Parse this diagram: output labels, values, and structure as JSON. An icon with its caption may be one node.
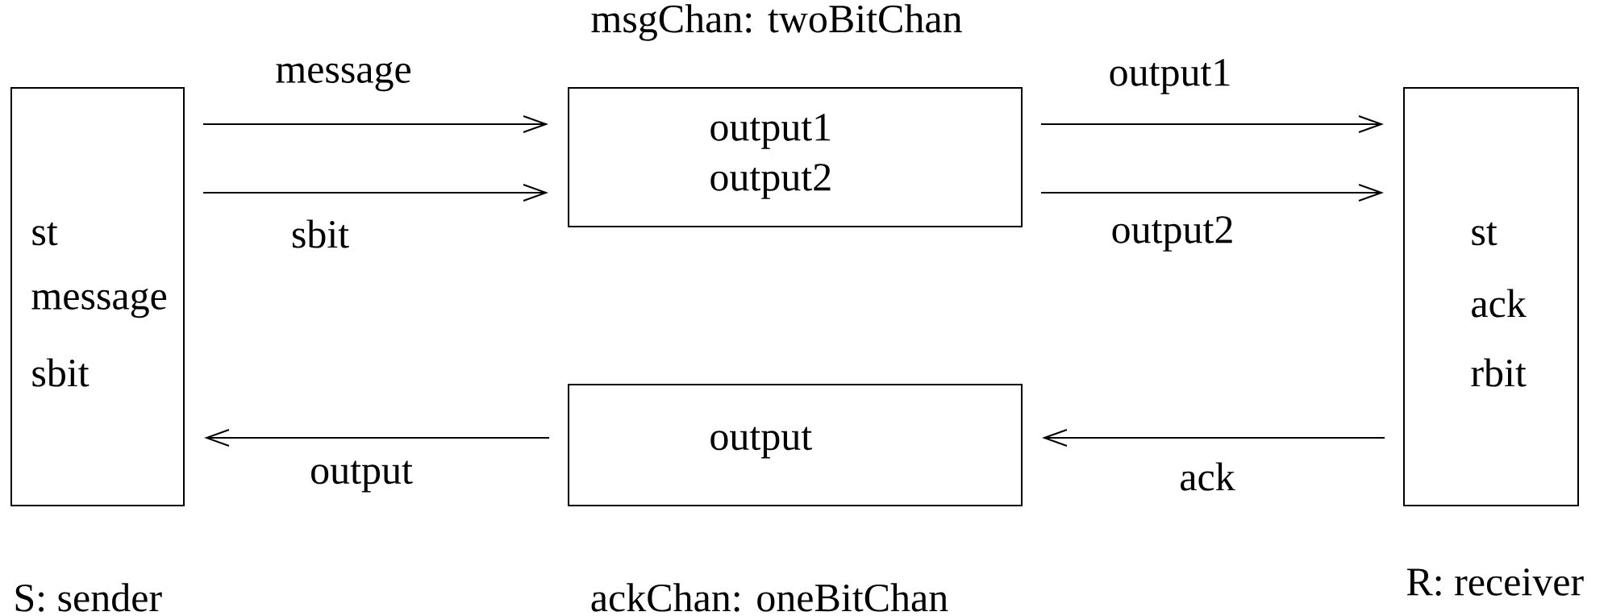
{
  "diagram": {
    "nodes": [
      {
        "text": [
          "st",
          "message",
          "sbit"
        ],
        "beside": [
          "S: sender"
        ]
      },
      {
        "text": [
          "output1",
          "output2"
        ],
        "beside": [
          "msgChan: twoBitChan"
        ]
      },
      {
        "text": [
          "output"
        ],
        "beside": [
          "ackChan: oneBitChan"
        ]
      },
      {
        "text": [
          "st",
          "ack",
          "rbit"
        ],
        "beside": [
          "R: receiver"
        ]
      }
    ],
    "edges": [
      {
        "from": 0,
        "to": 1,
        "arrow": "to",
        "label": "message"
      },
      {
        "from": 0,
        "to": 1,
        "arrow": "to",
        "label": "sbit"
      },
      {
        "from": 1,
        "to": 3,
        "arrow": "to",
        "label": "output1"
      },
      {
        "from": 1,
        "to": 3,
        "arrow": "to",
        "label": "output2"
      },
      {
        "from": 3,
        "to": 2,
        "arrow": "to",
        "label": "ack"
      },
      {
        "from": 2,
        "to": 0,
        "arrow": "to",
        "label": "output"
      }
    ]
  }
}
